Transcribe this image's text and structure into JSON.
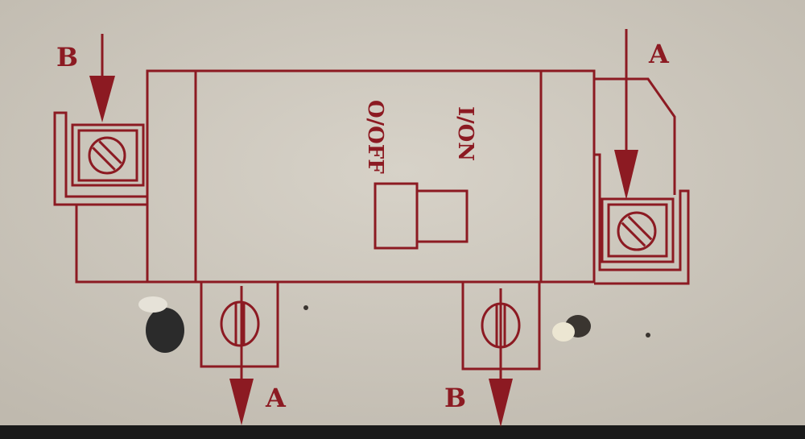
{
  "diagram": {
    "switch_labels": {
      "off": "O/OFF",
      "on": "I/ON"
    },
    "terminals": {
      "top_left": "B",
      "top_right": "A",
      "bottom_left": "A",
      "bottom_right": "B"
    }
  },
  "colors": {
    "ink": "#8c1a22",
    "panel": "#d3cec4",
    "panel_shadow": "#bfb9ae",
    "edge": "#1a1a1a",
    "stain": "#2b2b2b"
  }
}
